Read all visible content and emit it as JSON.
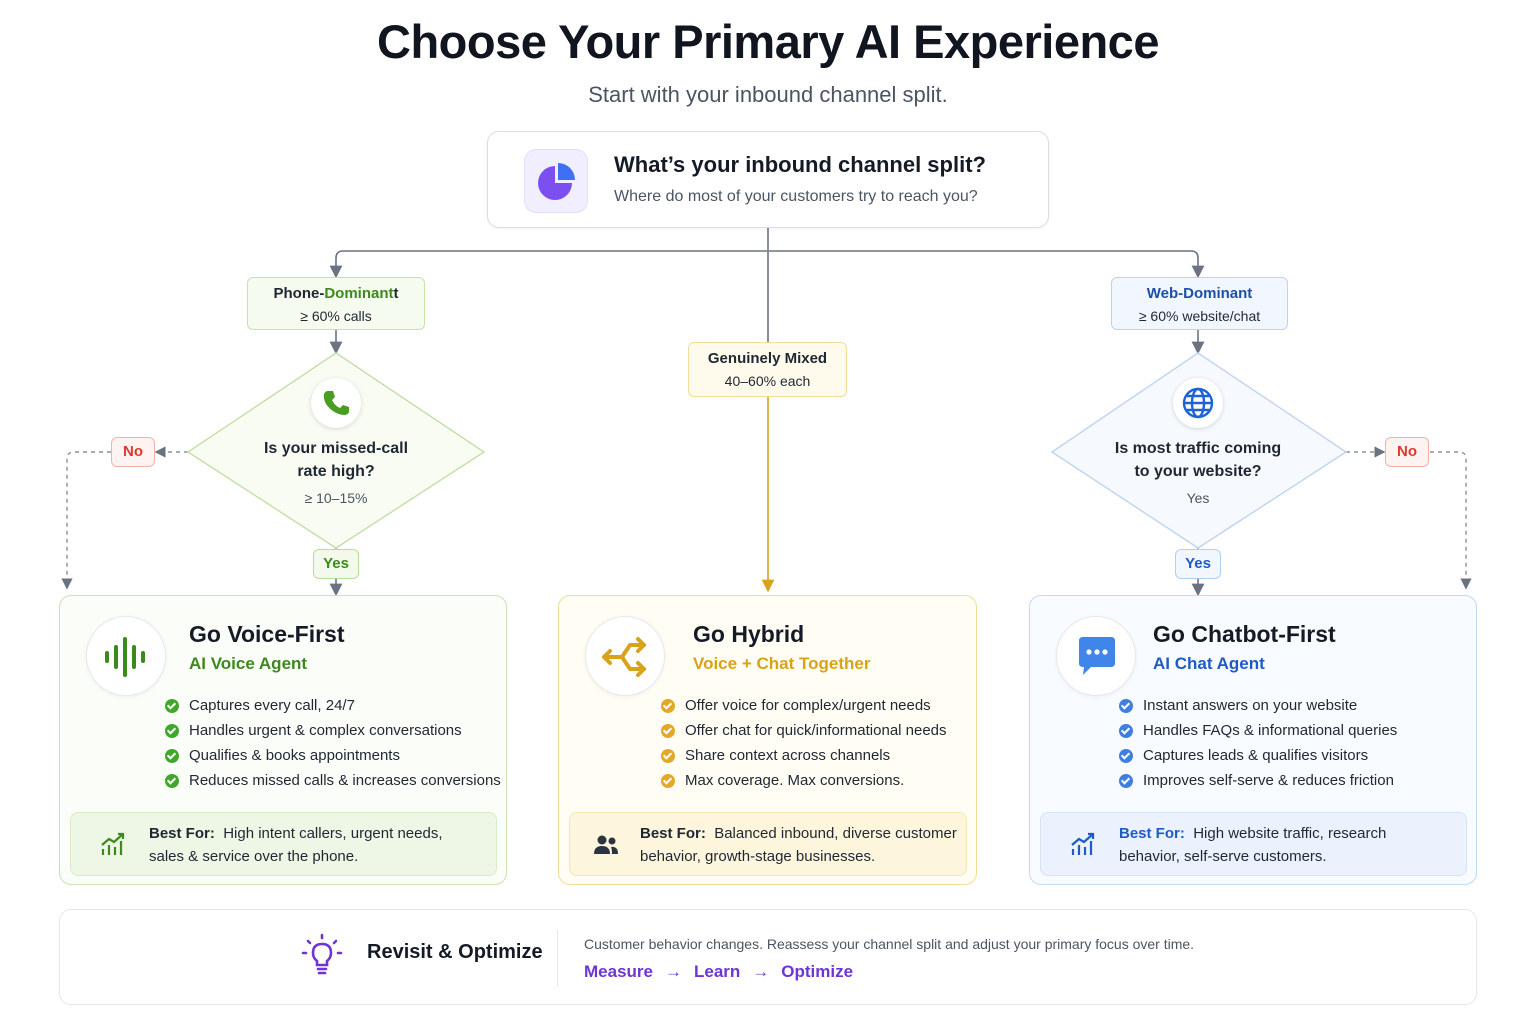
{
  "header": {
    "title": "Choose Your Primary AI Experience",
    "subtitle": "Start with your inbound channel split."
  },
  "question": {
    "title": "What’s your inbound channel split?",
    "subtitle": "Where do most of your customers try to reach you?",
    "icon": "pie-chart-icon"
  },
  "branches": {
    "phone": {
      "label_a": "Phone-",
      "label_b": "Dominant",
      "label_c": "t",
      "detail": "≥ 60% calls"
    },
    "mixed": {
      "label": "Genuinely Mixed",
      "detail": "40–60% each"
    },
    "web": {
      "label": "Web-Dominant",
      "detail": "≥ 60% website/chat"
    }
  },
  "decisions": {
    "phone": {
      "line1": "Is your missed-call",
      "line2": "rate high?",
      "detail": "≥ 10–15%",
      "no": "No",
      "yes": "Yes",
      "icon": "phone-icon"
    },
    "web": {
      "line1": "Is most traffic coming",
      "line2": "to your website?",
      "detail": "Yes",
      "no": "No",
      "yes": "Yes",
      "icon": "globe-icon"
    }
  },
  "cards": {
    "voice": {
      "title": "Go Voice-First",
      "subtitle": "AI Voice Agent",
      "icon": "voice-waveform-icon",
      "bullets": [
        "Captures every call, 24/7",
        "Handles urgent & complex conversations",
        "Qualifies & books appointments",
        "Reduces missed calls & increases conversions"
      ],
      "best_label": "Best For:",
      "best_line1": "High intent callers, urgent needs,",
      "best_line2": "sales & service over the phone.",
      "best_icon": "growth-chart-icon",
      "accent": "#3d8a1c"
    },
    "hybrid": {
      "title": "Go Hybrid",
      "subtitle": "Voice + Chat Together",
      "icon": "split-arrows-icon",
      "bullets": [
        "Offer voice for complex/urgent needs",
        "Offer chat for quick/informational needs",
        "Share context across channels",
        "Max coverage. Max conversions."
      ],
      "best_label": "Best For:",
      "best_line1": "Balanced inbound, diverse customer",
      "best_line2": "behavior, growth-stage businesses.",
      "best_icon": "users-icon",
      "accent": "#d9a21b"
    },
    "chatbot": {
      "title": "Go Chatbot-First",
      "subtitle": "AI Chat Agent",
      "icon": "chat-bubble-icon",
      "bullets": [
        "Instant answers on your website",
        "Handles FAQs & informational queries",
        "Captures leads & qualifies visitors",
        "Improves self-serve & reduces friction"
      ],
      "best_label": "Best For:",
      "best_line1": "High website traffic, research",
      "best_line2": "behavior, self-serve customers.",
      "best_icon": "growth-chart-icon",
      "accent": "#1e5bc6"
    }
  },
  "footer": {
    "title": "Revisit & Optimize",
    "text": "Customer behavior changes. Reassess your channel split and adjust your primary focus over time.",
    "steps": [
      "Measure",
      "Learn",
      "Optimize"
    ],
    "arrow": "→",
    "icon": "lightbulb-icon",
    "accent": "#6d35d6"
  }
}
